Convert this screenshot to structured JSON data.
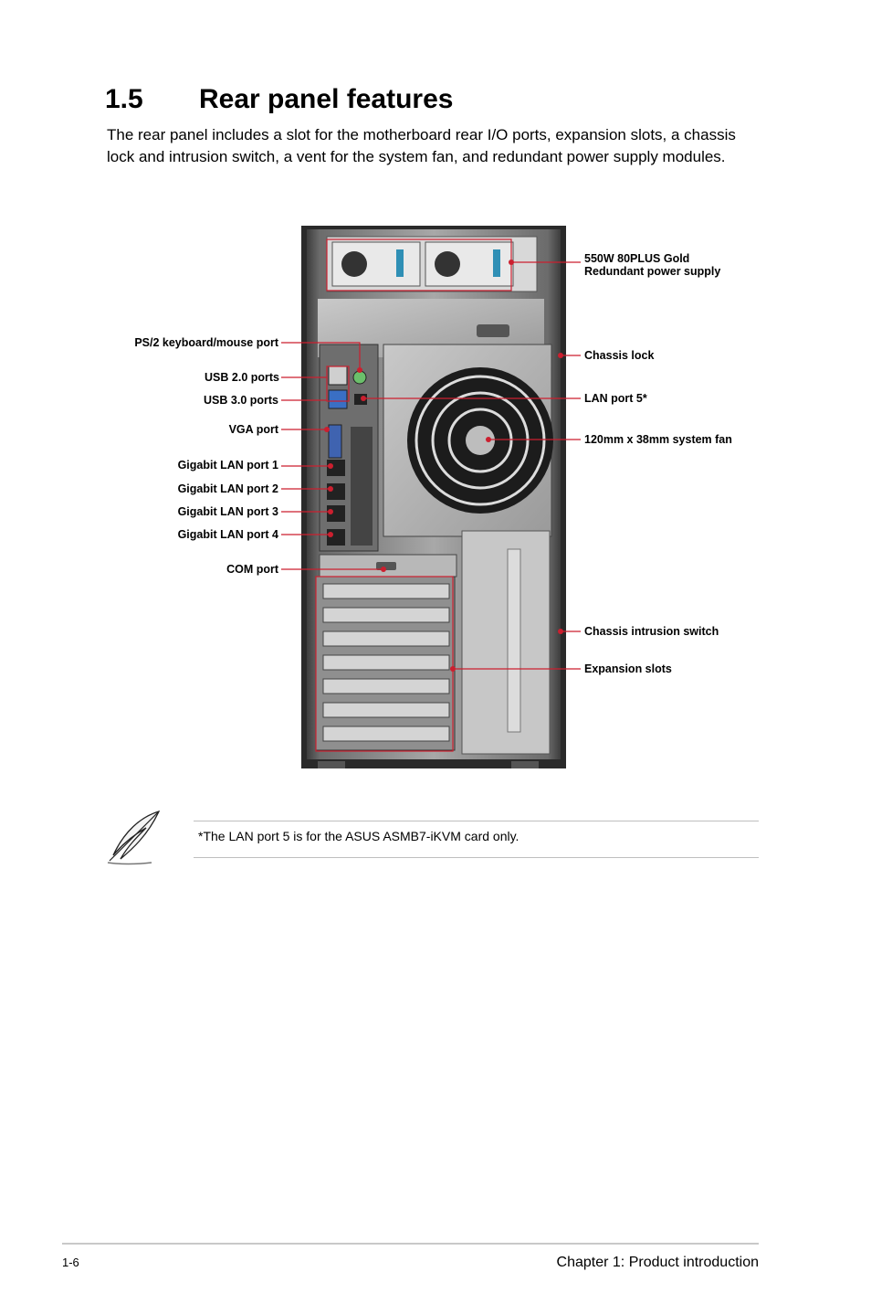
{
  "section": {
    "number": "1.5",
    "title": "Rear panel features",
    "intro": "The rear panel includes a slot for the motherboard rear I/O ports, expansion slots, a chassis lock and intrusion switch, a vent for the system fan, and redundant power supply modules."
  },
  "figure": {
    "left_labels": [
      "PS/2 keyboard/mouse port",
      "USB 2.0 ports",
      "USB 3.0 ports",
      "VGA port",
      "Gigabit LAN port 1",
      "Gigabit LAN port 2",
      "Gigabit LAN port 3",
      "Gigabit LAN port 4",
      "COM port"
    ],
    "right_labels": {
      "psu_line1": "550W 80PLUS Gold",
      "psu_line2": "Redundant power supply",
      "chassis_lock": "Chassis lock",
      "lan5": "LAN port 5*",
      "fan": "120mm x 38mm system fan",
      "intrusion": "Chassis intrusion switch",
      "expansion": "Expansion slots"
    },
    "leader_color": "#cc1f2f"
  },
  "note": {
    "icon": "feather-quill-icon",
    "text": "*The LAN port 5 is for the ASUS ASMB7-iKVM card only."
  },
  "footer": {
    "page_number": "1-6",
    "chapter": "Chapter 1:  Product introduction"
  }
}
